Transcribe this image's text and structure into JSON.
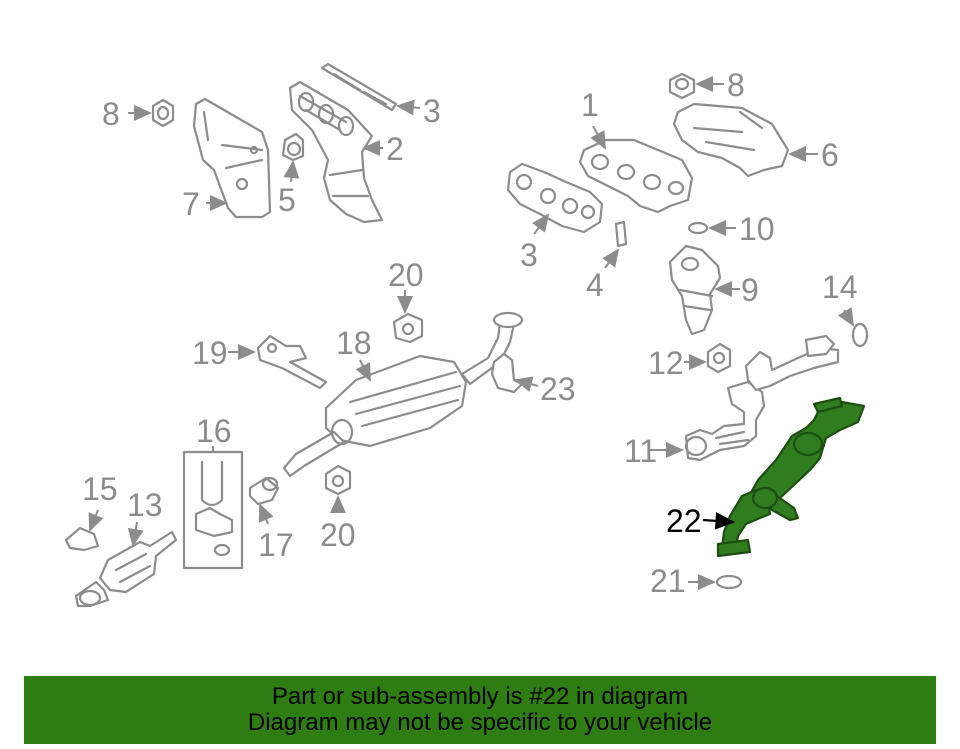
{
  "colors": {
    "highlight": "#2f7d1f",
    "banner": "#2e7d12",
    "line": "#8c8c8c"
  },
  "callouts": {
    "c1": "1",
    "c2": "2",
    "c3a": "3",
    "c3b": "3",
    "c4": "4",
    "c5": "5",
    "c6": "6",
    "c7": "7",
    "c8a": "8",
    "c8b": "8",
    "c9": "9",
    "c10": "10",
    "c11": "11",
    "c12": "12",
    "c13": "13",
    "c14": "14",
    "c15": "15",
    "c16": "16",
    "c17": "17",
    "c18": "18",
    "c19": "19",
    "c20a": "20",
    "c20b": "20",
    "c21": "21",
    "c22": "22",
    "c23": "23"
  },
  "banner": {
    "line1": "Part or sub-assembly is #22 in diagram",
    "line2": "Diagram may not be specific to your vehicle"
  }
}
